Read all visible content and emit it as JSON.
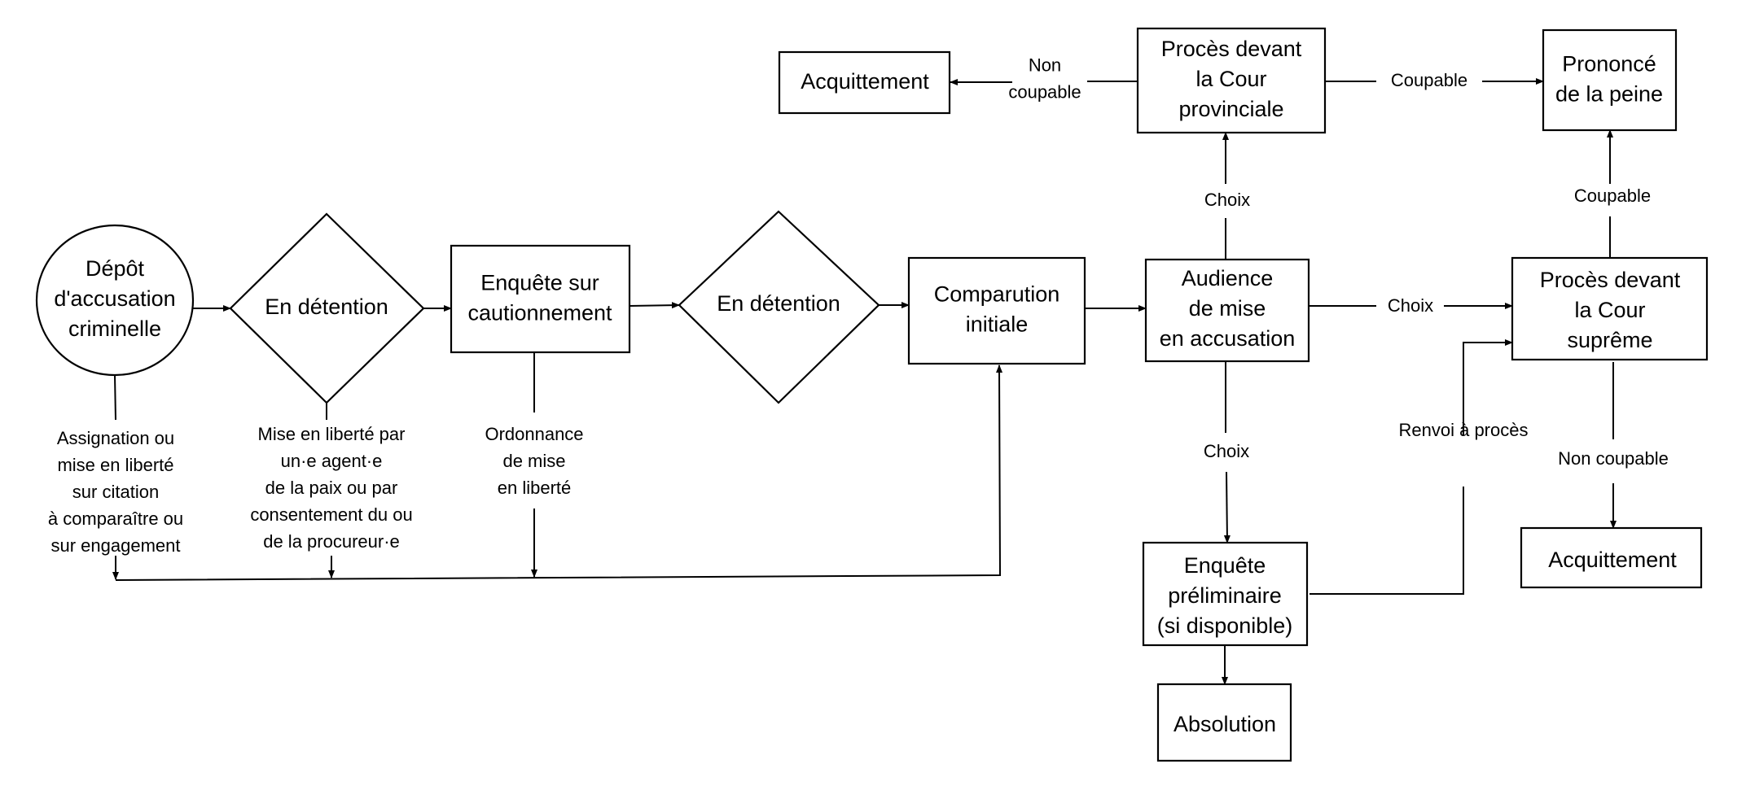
{
  "nodes": {
    "depot": {
      "lines": [
        "Dépôt",
        "d'accusation",
        "criminelle"
      ],
      "shape": "ellipse"
    },
    "detention1": {
      "lines": [
        "En détention"
      ],
      "shape": "diamond"
    },
    "enquete_caution": {
      "lines": [
        "Enquête sur",
        "cautionnement"
      ],
      "shape": "rect"
    },
    "detention2": {
      "lines": [
        "En détention"
      ],
      "shape": "diamond"
    },
    "comparution": {
      "lines": [
        "Comparution",
        "initiale"
      ],
      "shape": "rect"
    },
    "audience": {
      "lines": [
        "Audience",
        "de mise",
        "en accusation"
      ],
      "shape": "rect"
    },
    "proces_provinciale": {
      "lines": [
        "Procès devant",
        "la Cour",
        "provinciale"
      ],
      "shape": "rect"
    },
    "acquittement_haut": {
      "lines": [
        "Acquittement"
      ],
      "shape": "rect"
    },
    "prononce": {
      "lines": [
        "Prononcé",
        "de la peine"
      ],
      "shape": "rect"
    },
    "proces_supreme": {
      "lines": [
        "Procès devant",
        "la Cour",
        "suprême"
      ],
      "shape": "rect"
    },
    "acquittement_bas": {
      "lines": [
        "Acquittement"
      ],
      "shape": "rect"
    },
    "enquete_prelim": {
      "lines": [
        "Enquête",
        "préliminaire",
        "(si disponible)"
      ],
      "shape": "rect"
    },
    "absolution": {
      "lines": [
        "Absolution"
      ],
      "shape": "rect"
    }
  },
  "edge_labels": {
    "assignation": [
      "Assignation ou",
      "mise en liberté",
      "sur citation",
      "à comparaître ou",
      "sur engagement"
    ],
    "mise_liberte_agent": [
      "Mise en liberté par",
      "un·e agent·e",
      "de la paix ou par",
      "consentement du ou",
      "de la procureur·e"
    ],
    "ordonnance": [
      "Ordonnance",
      "de mise",
      "en liberté"
    ],
    "non_coupable_haut": [
      "Non",
      "coupable"
    ],
    "coupable_haut": [
      "Coupable"
    ],
    "choix_haut": [
      "Choix"
    ],
    "choix_droite": [
      "Choix"
    ],
    "choix_bas": [
      "Choix"
    ],
    "coupable_droite": [
      "Coupable"
    ],
    "non_coupable_bas": [
      "Non coupable"
    ],
    "renvoi": [
      "Renvoi à procès"
    ]
  }
}
